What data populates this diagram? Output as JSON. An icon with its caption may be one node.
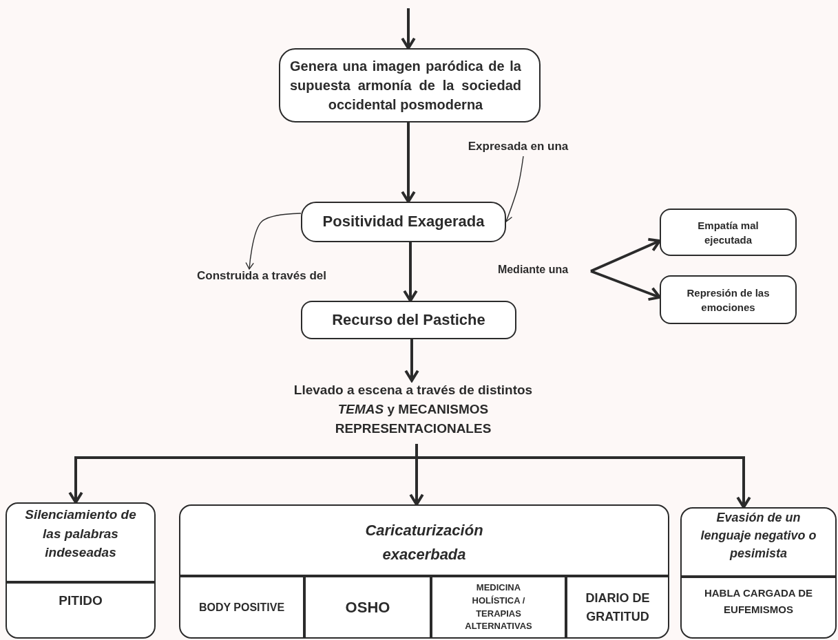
{
  "diagram": {
    "nodes": [
      {
        "text": [
          "Genera una imagen paródica de la supuesta armonía de la sociedad occidental posmoderna"
        ]
      },
      {
        "text": [
          "Expresada en una"
        ]
      },
      {
        "text": [
          "Positividad Exagerada"
        ]
      },
      {
        "text": [
          "Empatía mal ejecutada"
        ]
      },
      {
        "text": [
          "Mediante una"
        ]
      },
      {
        "text": [
          "Construida a través del"
        ]
      },
      {
        "text": [
          "Represión de las emociones"
        ]
      },
      {
        "text": [
          "Recurso del Pastiche"
        ]
      },
      {
        "text": [
          "Llevado a escena a través de distintos *TEMAS* y MECANISMOS REPRESENTACIONALES"
        ]
      },
      {
        "text": [
          "Silenciamiento de las palabras indeseadas",
          "PITIDO"
        ]
      },
      {
        "text": [
          "Caricaturización exacerbada"
        ]
      },
      {
        "text": [
          "BODY POSITIVE"
        ],
        "in": 10
      },
      {
        "text": [
          "OSHO"
        ],
        "in": 10
      },
      {
        "text": [
          "MEDICINA HOLÍSTICA / TERAPIAS ALTERNATIVAS"
        ],
        "in": 10
      },
      {
        "text": [
          "DIARIO DE GRATITUD"
        ],
        "in": 10
      },
      {
        "text": [
          "Evasión de un lenguaje negativo o pesimista",
          "HABLA CARGADA DE EUFEMISMOS"
        ]
      }
    ],
    "edges": [
      {
        "from": null,
        "to": 0,
        "arrow": "to"
      },
      {
        "from": 0,
        "to": 2,
        "arrow": "to"
      },
      {
        "from": 1,
        "to": 2,
        "arrow": "to"
      },
      {
        "from": 2,
        "to": 5,
        "arrow": "to"
      },
      {
        "from": 2,
        "to": 7,
        "arrow": "to"
      },
      {
        "from": 4,
        "to": 3,
        "arrow": "to"
      },
      {
        "from": 4,
        "to": 6,
        "arrow": "to"
      },
      {
        "from": 7,
        "to": 8,
        "arrow": "to"
      },
      {
        "from": 8,
        "to": 9,
        "arrow": "to"
      },
      {
        "from": 8,
        "to": 10,
        "arrow": "to"
      },
      {
        "from": 8,
        "to": 15,
        "arrow": "to"
      }
    ]
  }
}
